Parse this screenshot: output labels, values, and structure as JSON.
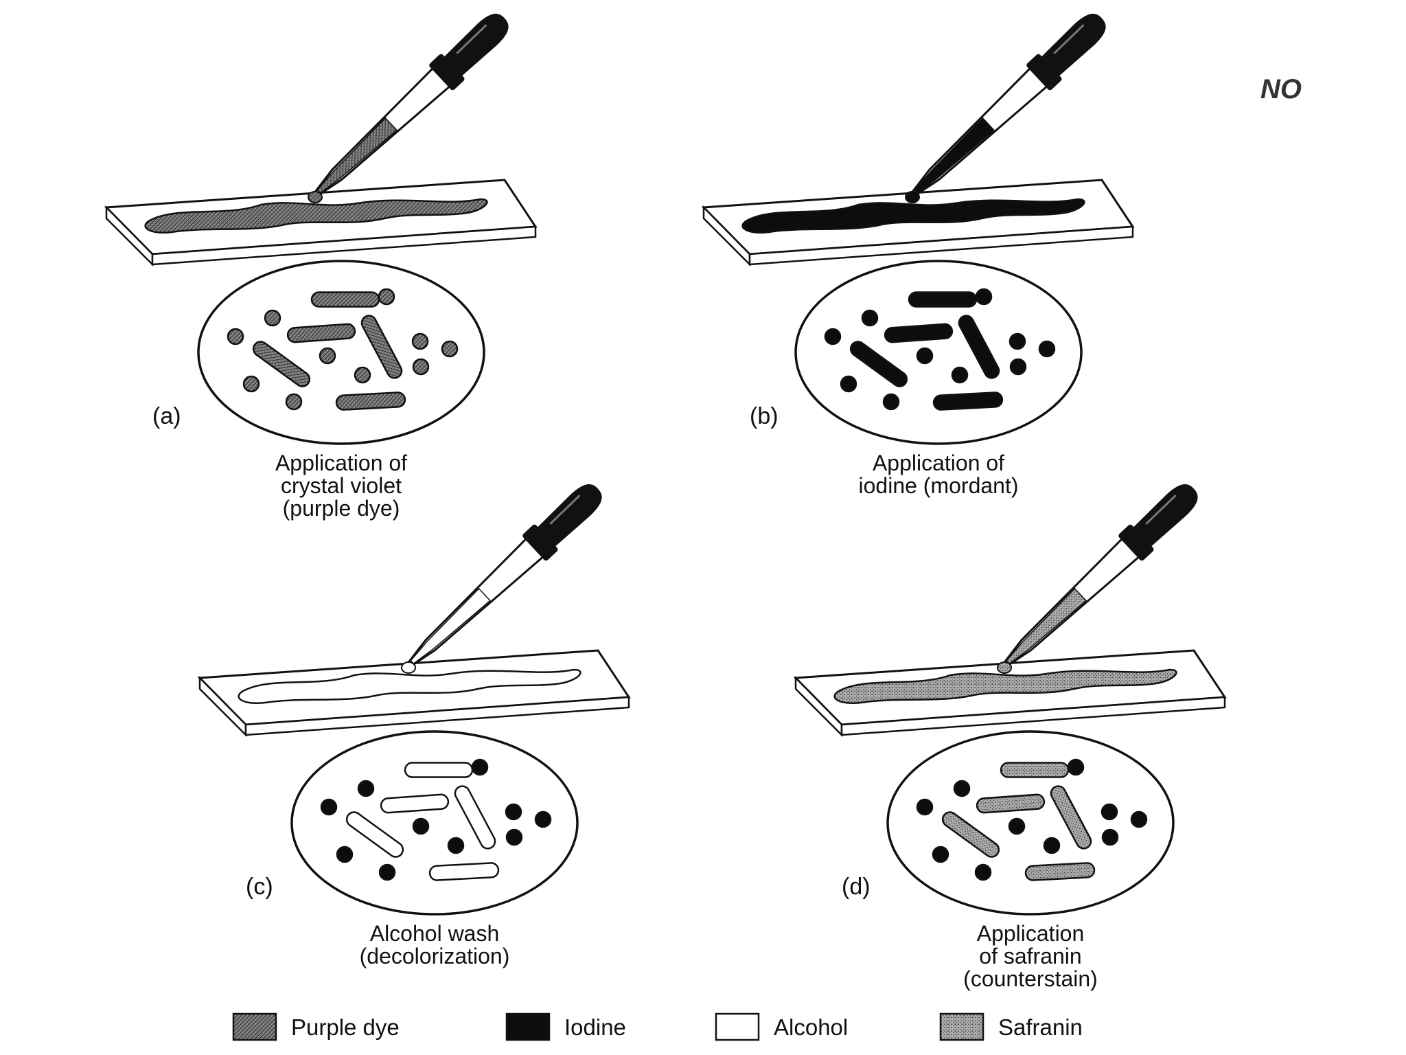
{
  "corner_text": "NO",
  "panels": [
    {
      "letter": "(a)",
      "caption": [
        "Application of",
        "crystal violet",
        "(purple dye)"
      ],
      "reagent": "purple-dye",
      "slide_fill": "purple-dye",
      "dropper_fill": "purple-dye",
      "rods": "purple-dye",
      "cocci": "purple-dye"
    },
    {
      "letter": "(b)",
      "caption": [
        "Application of",
        "iodine (mordant)"
      ],
      "reagent": "iodine",
      "slide_fill": "iodine",
      "dropper_fill": "iodine",
      "rods": "iodine",
      "cocci": "iodine"
    },
    {
      "letter": "(c)",
      "caption": [
        "Alcohol wash",
        "(decolorization)"
      ],
      "reagent": "alcohol",
      "slide_fill": "alcohol",
      "dropper_fill": "alcohol",
      "rods": "alcohol",
      "cocci": "iodine"
    },
    {
      "letter": "(d)",
      "caption": [
        "Application",
        "of safranin",
        "(counterstain)"
      ],
      "reagent": "safranin",
      "slide_fill": "safranin",
      "dropper_fill": "safranin",
      "rods": "safranin",
      "cocci": "iodine"
    }
  ],
  "legend": [
    {
      "label": "Purple dye",
      "pattern": "purple-dye"
    },
    {
      "label": "Iodine",
      "pattern": "iodine"
    },
    {
      "label": "Alcohol",
      "pattern": "alcohol"
    },
    {
      "label": "Safranin",
      "pattern": "safranin"
    }
  ]
}
